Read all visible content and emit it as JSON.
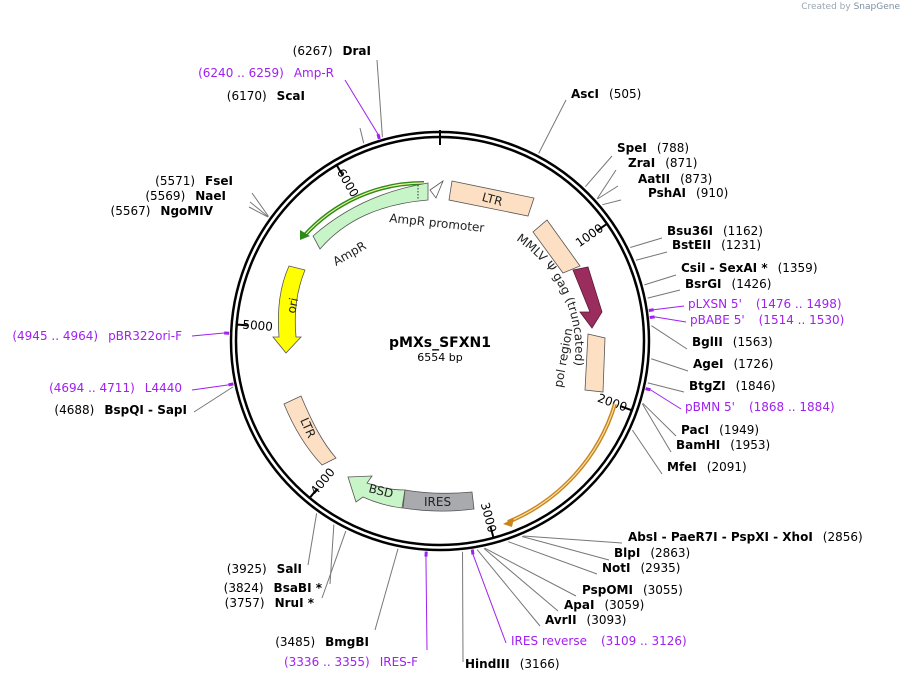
{
  "app": {
    "credit_prefix": "Created by",
    "credit_brand": "SnapGene"
  },
  "plasmid": {
    "name": "pMXs_SFXN1",
    "length": 6554,
    "length_label": "6554 bp"
  },
  "ticks": [
    1000,
    2000,
    3000,
    4000,
    5000,
    6000
  ],
  "sites": [
    {
      "name": "DraI",
      "pos": "(6267)",
      "bp": 6267
    },
    {
      "name": "ScaI",
      "pos": "(6170)",
      "bp": 6170
    },
    {
      "name": "AscI",
      "pos": "(505)",
      "bp": 505
    },
    {
      "name": "SpeI",
      "pos": "(788)",
      "bp": 788
    },
    {
      "name": "ZraI",
      "pos": "(871)",
      "bp": 871
    },
    {
      "name": "AatII",
      "pos": "(873)",
      "bp": 873
    },
    {
      "name": "PshAI",
      "pos": "(910)",
      "bp": 910
    },
    {
      "name": "Bsu36I",
      "pos": "(1162)",
      "bp": 1162
    },
    {
      "name": "BstEII",
      "pos": "(1231)",
      "bp": 1231
    },
    {
      "name": "CsiI  -  SexAI *",
      "pos": "(1359)",
      "bp": 1359
    },
    {
      "name": "BsrGI",
      "pos": "(1426)",
      "bp": 1426
    },
    {
      "name": "BglII",
      "pos": "(1563)",
      "bp": 1563
    },
    {
      "name": "AgeI",
      "pos": "(1726)",
      "bp": 1726
    },
    {
      "name": "BtgZI",
      "pos": "(1846)",
      "bp": 1846
    },
    {
      "name": "PacI",
      "pos": "(1949)",
      "bp": 1949
    },
    {
      "name": "BamHI",
      "pos": "(1953)",
      "bp": 1953
    },
    {
      "name": "MfeI",
      "pos": "(2091)",
      "bp": 2091
    },
    {
      "name": "AbsI  -  PaeR7I  -  PspXI  -  XhoI",
      "pos": "(2856)",
      "bp": 2856
    },
    {
      "name": "BlpI",
      "pos": "(2863)",
      "bp": 2863
    },
    {
      "name": "NotI",
      "pos": "(2935)",
      "bp": 2935
    },
    {
      "name": "PspOMI",
      "pos": "(3055)",
      "bp": 3055
    },
    {
      "name": "ApaI",
      "pos": "(3059)",
      "bp": 3059
    },
    {
      "name": "AvrII",
      "pos": "(3093)",
      "bp": 3093
    },
    {
      "name": "HindIII",
      "pos": "(3166)",
      "bp": 3166
    },
    {
      "name": "BmgBI",
      "pos": "(3485)",
      "bp": 3485
    },
    {
      "name": "NruI *",
      "pos": "(3757)",
      "bp": 3757
    },
    {
      "name": "BsaBI *",
      "pos": "(3824)",
      "bp": 3824
    },
    {
      "name": "SalI",
      "pos": "(3925)",
      "bp": 3925
    },
    {
      "name": "BspQI  -  SapI",
      "pos": "(4688)",
      "bp": 4688
    },
    {
      "name": "NgoMIV",
      "pos": "(5567)",
      "bp": 5567
    },
    {
      "name": "NaeI",
      "pos": "(5569)",
      "bp": 5569
    },
    {
      "name": "FseI",
      "pos": "(5571)",
      "bp": 5571
    }
  ],
  "primers": [
    {
      "name": "Amp-R",
      "range": "(6240 .. 6259)"
    },
    {
      "name": "pLXSN 5'",
      "range": "(1476 .. 1498)"
    },
    {
      "name": "pBABE 5'",
      "range": "(1514 .. 1530)"
    },
    {
      "name": "pBMN 5'",
      "range": "(1868 .. 1884)"
    },
    {
      "name": "IRES reverse",
      "range": "(3109 .. 3126)"
    },
    {
      "name": "IRES-F",
      "range": "(3336 .. 3355)"
    },
    {
      "name": "L4440",
      "range": "(4694 .. 4711)"
    },
    {
      "name": "pBR322ori-F",
      "range": "(4945 .. 4964)"
    }
  ],
  "features": {
    "ltr_top": "LTR",
    "gag": "MMLV Ψ gag (truncated)",
    "pol": "pol region",
    "ampr_promoter": "AmpR promoter",
    "ampr": "AmpR",
    "ori": "ori",
    "ltr_bottom": "LTR",
    "bsd": "BSD",
    "ires": "IRES"
  },
  "colors": {
    "ltr": "#fde0c4",
    "gag": "#9b2d5e",
    "ampr": "#c8f5c8",
    "ori": "#ffff00",
    "bsd": "#c8f5c8",
    "ires": "#a8aaae",
    "primer": "#a020f0",
    "orf_green": "#2e8b1a",
    "orf_orange": "#c8861a"
  }
}
